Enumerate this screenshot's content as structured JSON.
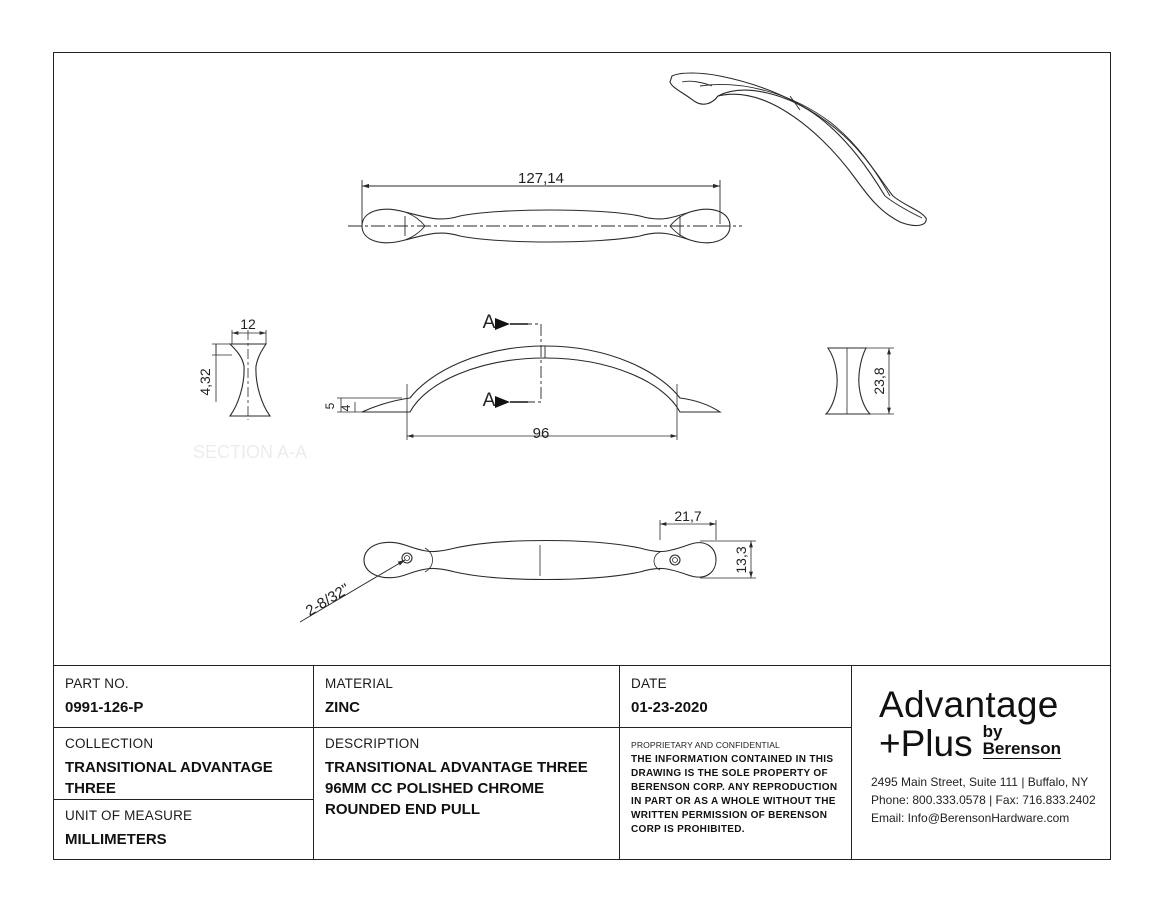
{
  "drawing": {
    "dimensions": {
      "overall_length": "127,14",
      "base_width": "12",
      "base_height": "4,32",
      "section_label": "A",
      "foot_height": "5",
      "foot_inner": "4",
      "center_to_center": "96",
      "profile_height": "23,8",
      "end_width": "21,7",
      "end_height": "13,3",
      "screw_callout": "2-8/32\""
    },
    "faint_label": "SECTION A-A"
  },
  "titleblock": {
    "part_no": {
      "label": "PART NO.",
      "value": "0991-126-P"
    },
    "material": {
      "label": "MATERIAL",
      "value": "ZINC"
    },
    "date": {
      "label": "DATE",
      "value": "01-23-2020"
    },
    "collection": {
      "label": "COLLECTION",
      "value": "TRANSITIONAL ADVANTAGE THREE"
    },
    "description": {
      "label": "DESCRIPTION",
      "value": "TRANSITIONAL ADVANTAGE THREE 96MM CC POLISHED CHROME ROUNDED END PULL"
    },
    "unit": {
      "label": "UNIT OF MEASURE",
      "value": "MILLIMETERS"
    },
    "proprietary": {
      "heading": "PROPRIETARY AND CONFIDENTIAL",
      "text": "THE INFORMATION CONTAINED IN THIS DRAWING IS THE SOLE PROPERTY OF BERENSON CORP. ANY REPRODUCTION IN PART OR AS A WHOLE WITHOUT THE WRITTEN PERMISSION OF BERENSON CORP IS PROHIBITED."
    },
    "brand": {
      "line1": "Advantage",
      "line2": "+Plus",
      "by": "by",
      "company": "Berenson",
      "address": "2495 Main Street, Suite 111 | Buffalo, NY",
      "phone": "Phone: 800.333.0578 | Fax: 716.833.2402",
      "email": "Email: Info@BerensonHardware.com"
    }
  }
}
